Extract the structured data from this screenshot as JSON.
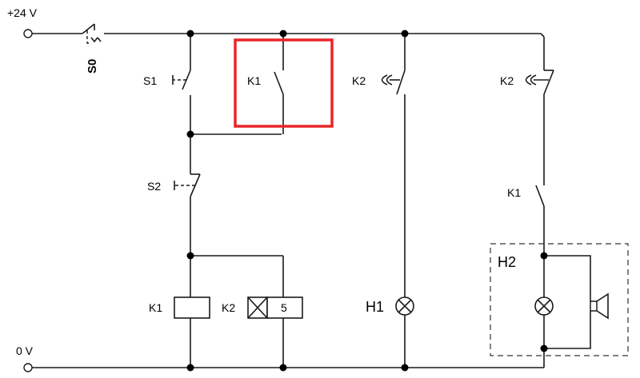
{
  "supply": {
    "positive": "+24 V",
    "ground": "0 V"
  },
  "switches": {
    "s0": "S0",
    "s1": "S1",
    "s2": "S2",
    "k1_hold": "K1",
    "k2_nc": "K2",
    "k2_no": "K2",
    "k1_branch": "K1"
  },
  "coils": {
    "k1": "K1",
    "k2": "K2",
    "k2_delay": "5"
  },
  "lamps": {
    "h1": "H1",
    "h2": "H2"
  },
  "colors": {
    "highlight": "#e8262b",
    "wire": "#1a1a1a"
  },
  "icons": {
    "lamp": "lamp-cross-circle",
    "buzzer": "horn-icon",
    "coil": "relay-coil-icon",
    "delay_coil": "time-delay-relay-icon"
  }
}
